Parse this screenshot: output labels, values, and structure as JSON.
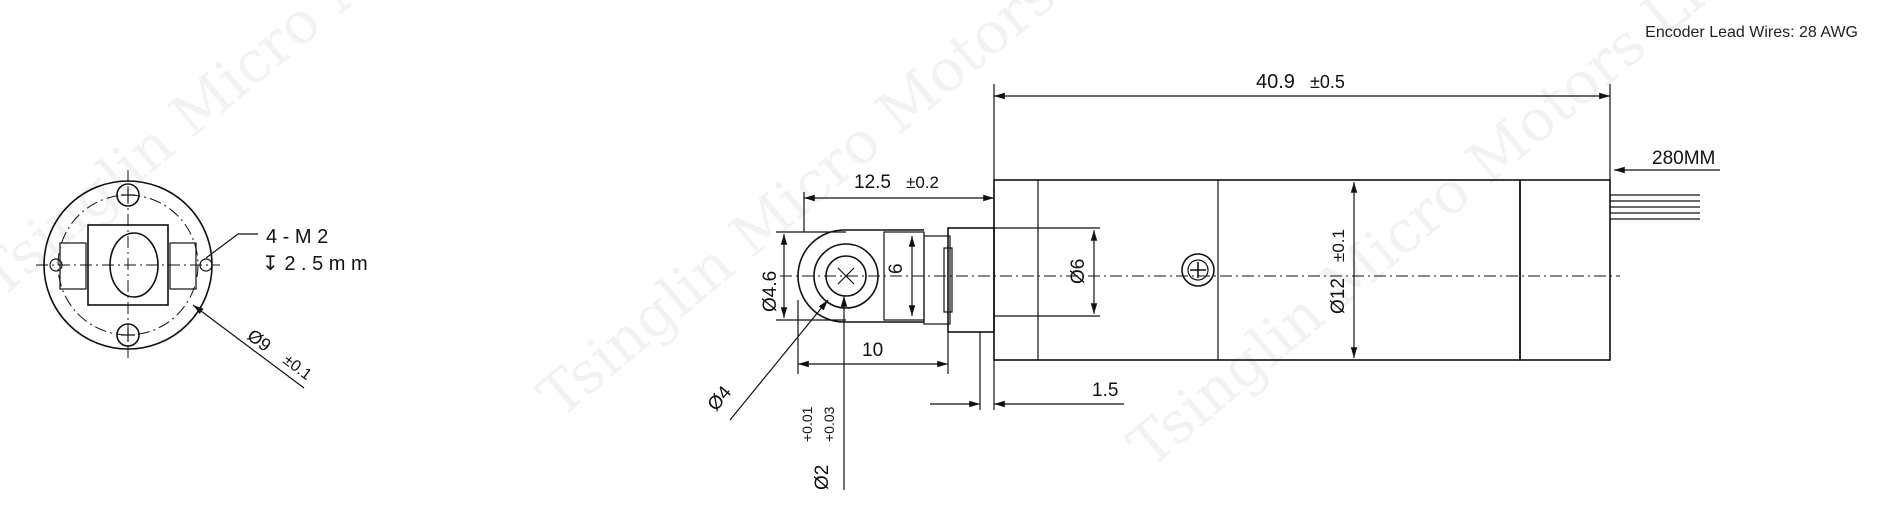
{
  "note": "Encoder Lead Wires: 28 AWG",
  "watermark": "Tsinglin Micro Motors Limited",
  "front_view": {
    "thread_label": "4 - M 2",
    "depth_label": "↧ 2 . 5 m m",
    "diameter_label": "Ø9",
    "diameter_tol": "±0.1"
  },
  "side_view": {
    "overall_length": "40.9",
    "overall_tol": "±0.5",
    "lead_length": "280MM",
    "gear_length": "12.5",
    "gear_tol": "±0.2",
    "eye_outer": "Ø4.6",
    "eye_inner": "6",
    "body_dia": "Ø6",
    "motor_dia": "Ø12",
    "motor_tol": "±0.1",
    "eye_length": "10",
    "flange": "1.5",
    "hole_dia": "Ø4",
    "shaft_dia": "Ø2",
    "shaft_tol_upper": "+0.01",
    "shaft_tol_lower": "+0.03"
  }
}
